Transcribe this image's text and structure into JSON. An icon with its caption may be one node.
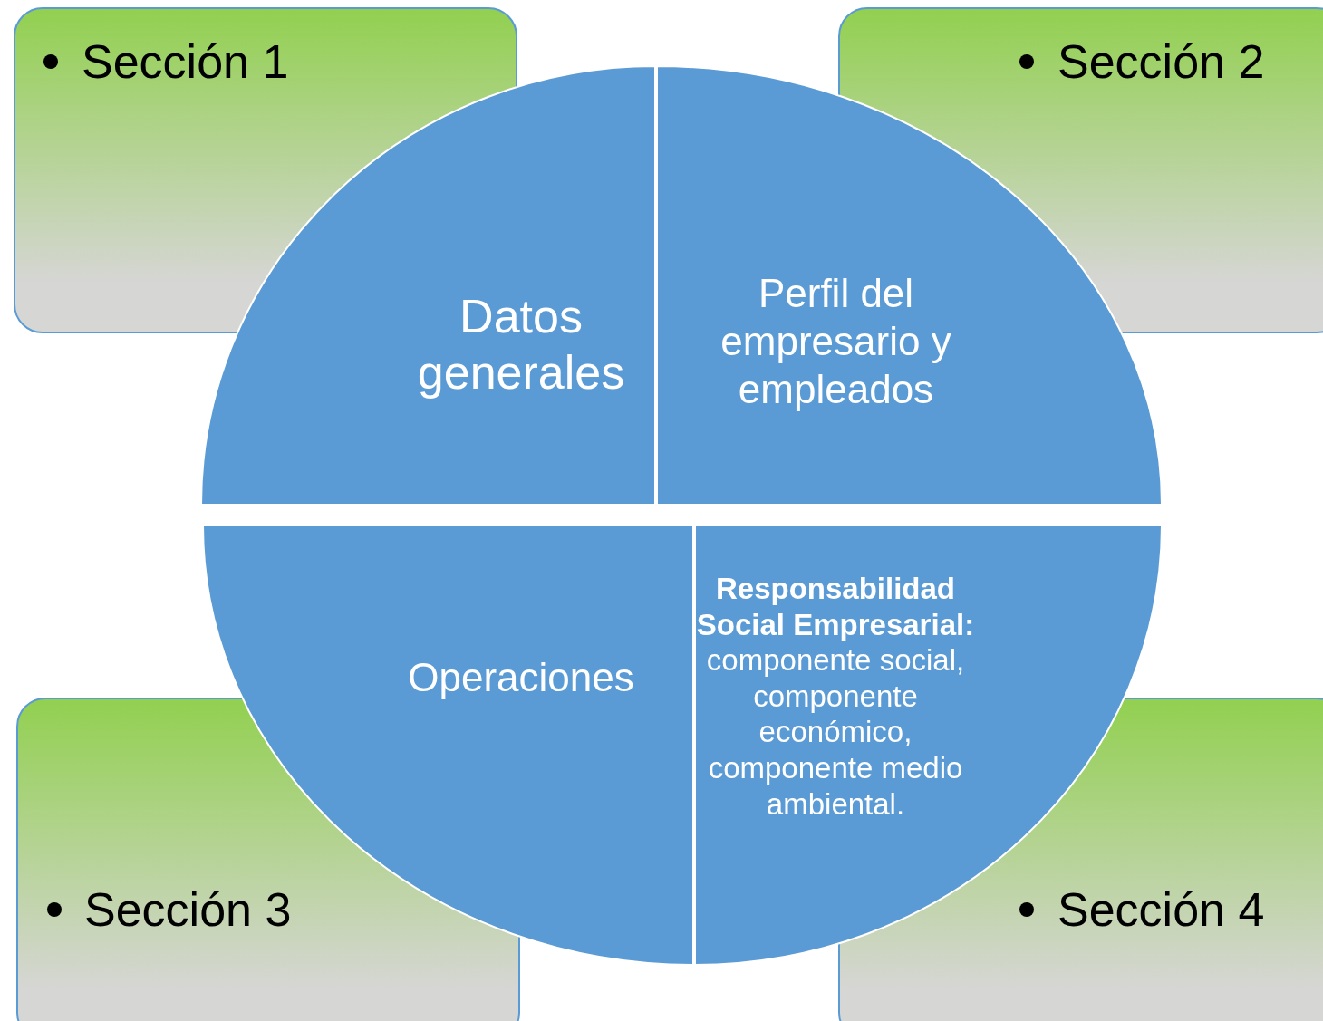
{
  "diagram": {
    "nodes": [
      {
        "text": [
          "Sección 1"
        ]
      },
      {
        "text": [
          "Sección 2"
        ]
      },
      {
        "text": [
          "Sección 3"
        ]
      },
      {
        "text": [
          "Sección 4"
        ]
      },
      {
        "text": [
          "Datos generales"
        ]
      },
      {
        "text": [
          "Perfil del empresario y empleados"
        ]
      },
      {
        "text": [
          "Operaciones"
        ]
      },
      {
        "text": [
          "**Responsabilidad Social Empresarial:** componente social, componente económico, componente medio ambiental."
        ]
      }
    ]
  }
}
